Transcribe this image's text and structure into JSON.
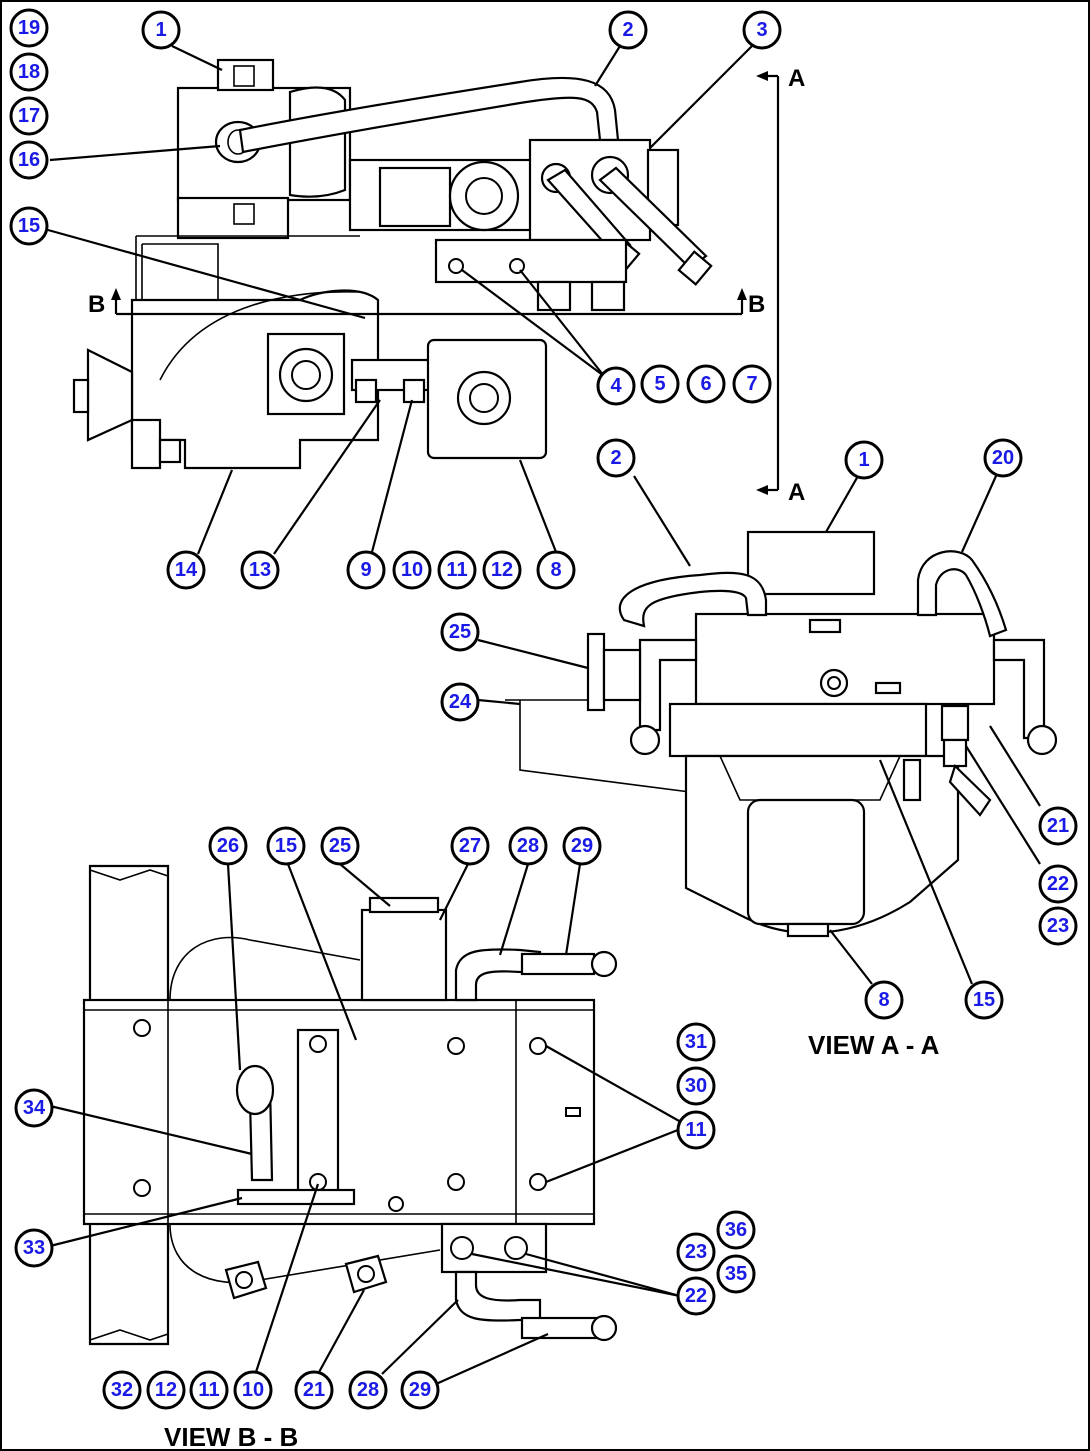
{
  "views": {
    "view_a": {
      "caption": "VIEW A - A"
    },
    "view_b": {
      "caption": "VIEW B - B"
    }
  },
  "section_markers": {
    "a_top": "A",
    "a_bottom": "A",
    "b_left": "B",
    "b_right": "B"
  },
  "callouts": {
    "c19": "19",
    "c18": "18",
    "c17": "17",
    "c16": "16",
    "top_1": "1",
    "top_2": "2",
    "top_3": "3",
    "top_15": "15",
    "c4": "4",
    "c5": "5",
    "c6": "6",
    "c7": "7",
    "c14": "14",
    "c13": "13",
    "c9": "9",
    "c10": "10",
    "c11": "11",
    "c12": "12",
    "top_8": "8",
    "va_2": "2",
    "va_1": "1",
    "va_20": "20",
    "va_25": "25",
    "va_24": "24",
    "va_21": "21",
    "va_22": "22",
    "va_23": "23",
    "va_8": "8",
    "va_15": "15",
    "vb_26": "26",
    "vb_15": "15",
    "vb_25": "25",
    "vb_27": "27",
    "vb_28": "28",
    "vb_29": "29",
    "vb_31": "31",
    "vb_30": "30",
    "vb_11": "11",
    "vb_34": "34",
    "vb_33": "33",
    "vb_23": "23",
    "vb_36": "36",
    "vb_35": "35",
    "vb_22": "22",
    "vb_32": "32",
    "vb_12": "12",
    "vb_11b": "11",
    "vb_10": "10",
    "vb_21": "21",
    "vb_28b": "28",
    "vb_29b": "29"
  }
}
